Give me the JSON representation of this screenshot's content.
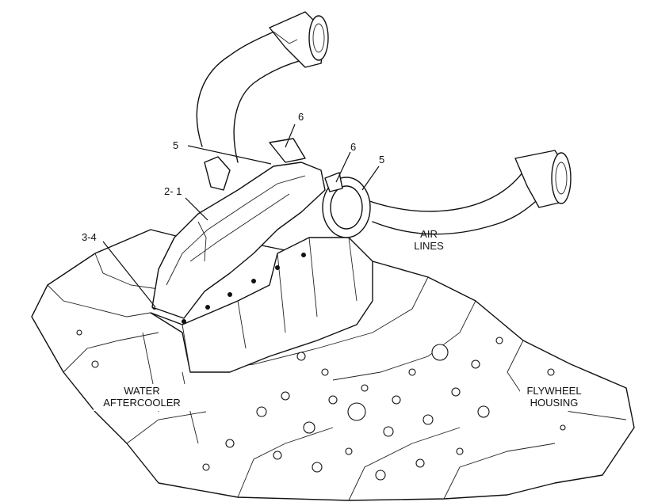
{
  "callouts": [
    {
      "id": "c6a",
      "text": "6"
    },
    {
      "id": "c5a",
      "text": "5"
    },
    {
      "id": "c6b",
      "text": "6"
    },
    {
      "id": "c5b",
      "text": "5"
    },
    {
      "id": "c21",
      "text": "2- 1"
    },
    {
      "id": "c34",
      "text": "3-4"
    }
  ],
  "labels": {
    "air_lines": [
      "AIR",
      "LINES"
    ],
    "water_aftercooler": [
      "WATER",
      "AFTERCOOLER"
    ],
    "flywheel_housing": [
      "FLYWHEEL",
      "HOUSING"
    ]
  }
}
